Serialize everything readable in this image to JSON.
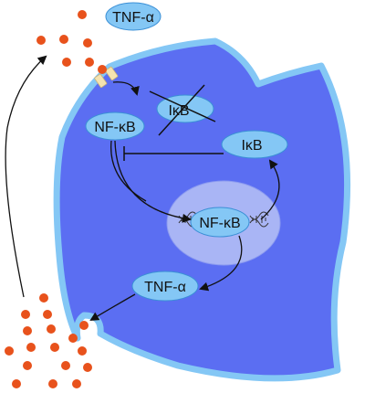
{
  "labels": {
    "tnf_outside": "TNF-α",
    "nfkb_cytoplasm": "NF-κB",
    "ikb_degraded": "IκB",
    "ikb_new": "IκB",
    "nfkb_nucleus": "NF-κB",
    "tnf_inside": "TNF-α"
  },
  "colors": {
    "cell_fill": "#5b6ef2",
    "cell_border": "#84c7f5",
    "pill_fill": "#84c7f5",
    "pill_stroke": "#3a8fd6",
    "nucleus_fill": "#a9b5f5",
    "dot": "#e8521c",
    "receptor": "#f4e3b0",
    "arrow": "#111111"
  },
  "icons": [
    "receptor-icon",
    "dna-icon",
    "cross-out-icon"
  ]
}
